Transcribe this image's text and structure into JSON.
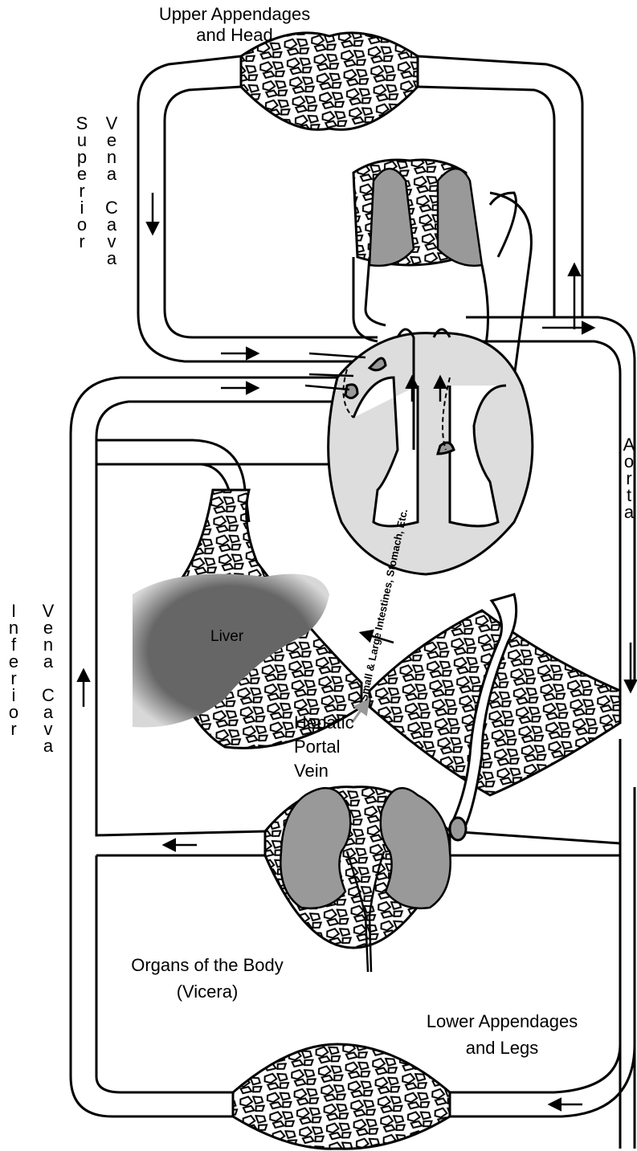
{
  "labels": {
    "upper_appendages": "Upper Appendages\nand Head",
    "superior": "Superior",
    "vena_cava_top": "Vena Cava",
    "aorta": "Aorta",
    "inferior": "Inferior",
    "vena_cava_bottom": "Vena Cava",
    "liver": "Liver",
    "hepatic_portal_vein": "Hepatic\nPortal\nVein",
    "intestines": "Small & Large Intestines, Stomach, Etc.",
    "organs": "Organs of the Body\n(Vicera)",
    "lower_appendages": "Lower Appendages\nand Legs"
  },
  "colors": {
    "line": "#000000",
    "organ_fill": "#999999",
    "heart_fill": "#dddddd",
    "liver_fill": "#666666",
    "pointer": "#999999"
  }
}
